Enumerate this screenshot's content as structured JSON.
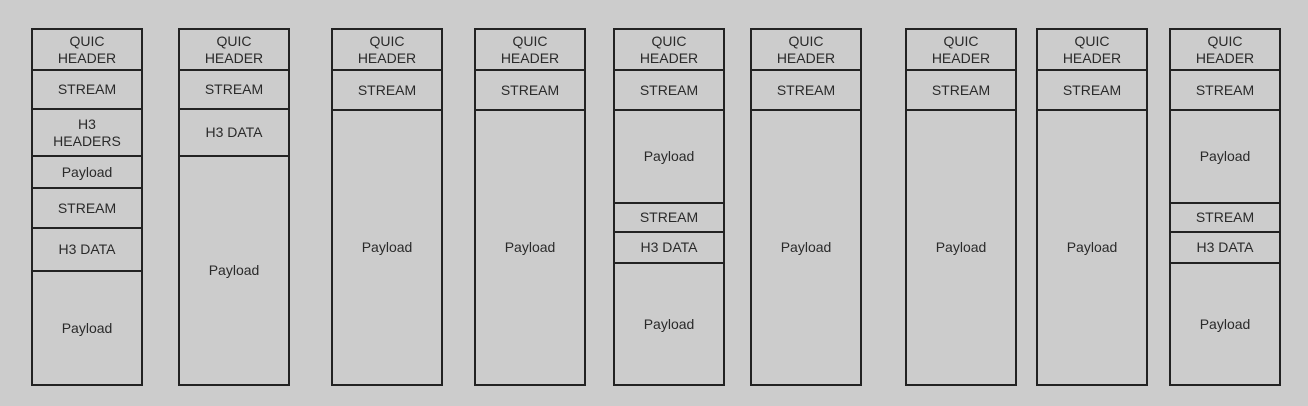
{
  "diagram": {
    "labels": {
      "quic_header": "QUIC\nHEADER",
      "stream": "STREAM",
      "h3_headers": "H3\nHEADERS",
      "h3_data": "H3 DATA",
      "payload": "Payload"
    }
  }
}
